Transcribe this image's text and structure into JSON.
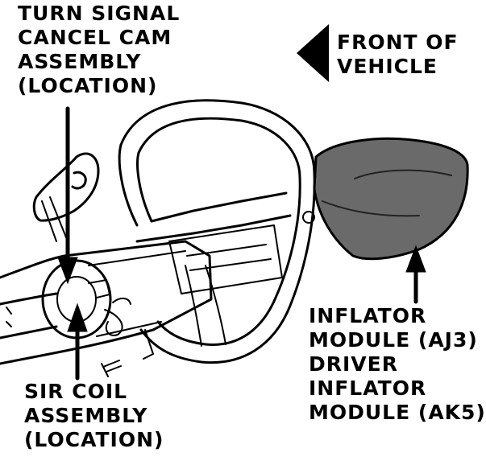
{
  "labels": {
    "turn_signal_cam": "TURN SIGNAL\nCANCEL CAM\nASSEMBLY\n(LOCATION)",
    "front_of_vehicle": "FRONT OF\nVEHICLE",
    "sir_coil": "SIR COIL\nASSEMBLY\n(LOCATION)",
    "inflator_module": "INFLATOR\nMODULE (AJ3)\nDRIVER\nINFLATOR\nMODULE (AK5)"
  },
  "colors": {
    "ink": "#000000",
    "paper": "#ffffff",
    "module_fill": "#6a6a6a"
  },
  "icons": {
    "front_direction": "left-pointing-arrowhead-icon"
  }
}
